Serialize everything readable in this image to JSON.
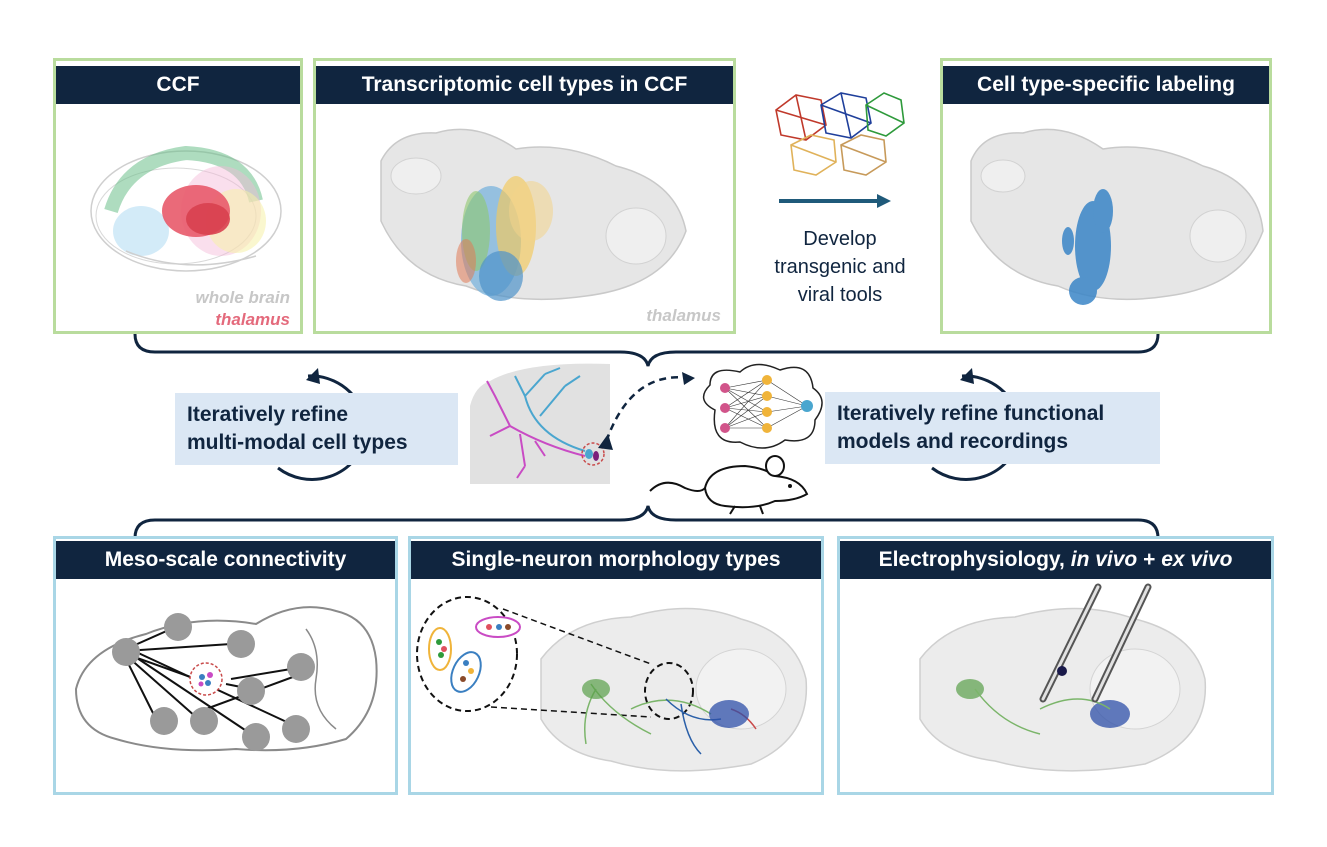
{
  "top_panels": {
    "ccf": {
      "title": "CCF",
      "caption_line1": "whole brain",
      "caption_line2": "thalamus"
    },
    "transcriptomic": {
      "title": "Transcriptomic cell types in CCF",
      "caption": "thalamus"
    },
    "labeling": {
      "title": "Cell type-specific labeling"
    }
  },
  "arrow_text": {
    "line1": "Develop",
    "line2": "transgenic and",
    "line3": "viral tools"
  },
  "middle": {
    "left_box": {
      "line1": "Iteratively refine",
      "line2": "multi-modal cell types"
    },
    "right_box": {
      "line1": "Iteratively refine functional",
      "line2": "models and recordings"
    }
  },
  "bottom_panels": {
    "connectivity": {
      "title": "Meso-scale connectivity"
    },
    "morphology": {
      "title": "Single-neuron morphology types"
    },
    "ephys": {
      "title_prefix": "Electrophysiology, ",
      "title_in": "in vivo",
      "title_plus": " + ",
      "title_ex": "ex vivo"
    }
  },
  "colors": {
    "navy": "#10253f",
    "top_border": "#b9dc9d",
    "bottom_border": "#a9d6e6",
    "box_fill": "#dbe7f4",
    "cluster_blue": "#3a7fc1",
    "thalamus_red": "#e0505e"
  }
}
